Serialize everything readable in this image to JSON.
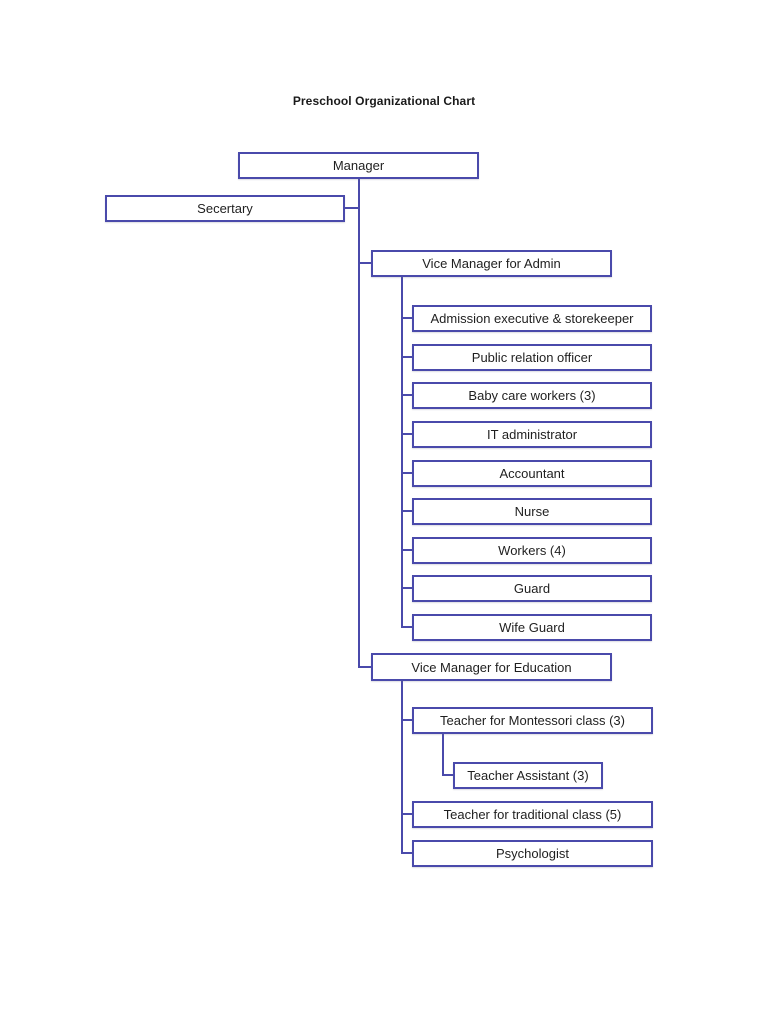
{
  "title": "Preschool Organizational Chart",
  "colors": {
    "box_border": "#4a4aab",
    "connector_line": "#4a4aab",
    "box_fill": "#ffffff",
    "text": "#1f1f1f",
    "title_text": "#1a1a1a",
    "page_background": "#ffffff"
  },
  "org": {
    "manager": {
      "label": "Manager"
    },
    "secretary": {
      "label": "Secertary"
    },
    "admin": {
      "label": "Vice Manager for Admin",
      "children": [
        {
          "label": "Admission executive & storekeeper"
        },
        {
          "label": "Public relation officer"
        },
        {
          "label": "Baby care workers (3)"
        },
        {
          "label": "IT administrator"
        },
        {
          "label": "Accountant"
        },
        {
          "label": "Nurse"
        },
        {
          "label": "Workers (4)"
        },
        {
          "label": "Guard"
        },
        {
          "label": "Wife Guard"
        }
      ]
    },
    "education": {
      "label": "Vice Manager for Education",
      "children": [
        {
          "label": "Teacher for Montessori class (3)",
          "children": [
            {
              "label": "Teacher Assistant (3)"
            }
          ]
        },
        {
          "label": "Teacher for traditional class (5)"
        },
        {
          "label": "Psychologist"
        }
      ]
    }
  }
}
